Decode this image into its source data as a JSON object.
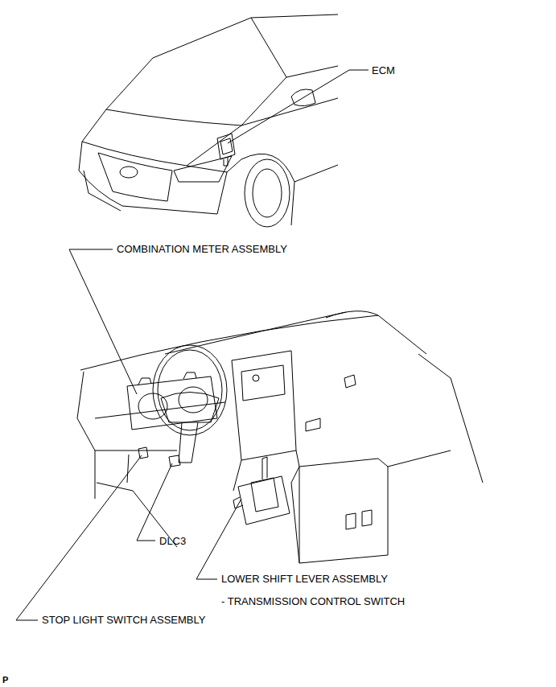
{
  "diagram": {
    "labels": [
      "ECM",
      "COMBINATION METER ASSEMBLY",
      "DLC3",
      "LOWER SHIFT LEVER ASSEMBLY",
      "- TRANSMISSION CONTROL SWITCH",
      "STOP LIGHT SWITCH ASSEMBLY",
      "P"
    ]
  }
}
